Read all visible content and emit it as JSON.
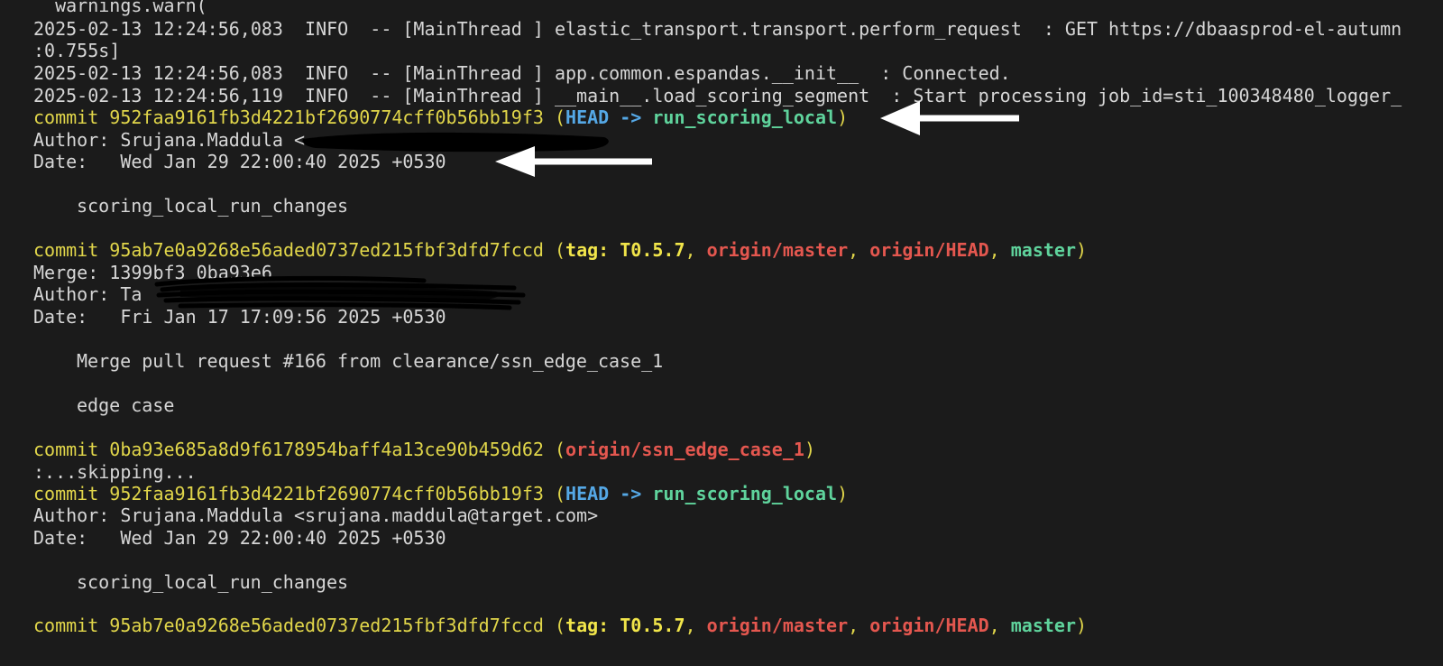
{
  "lines": {
    "l0": "  warnings.warn(",
    "l1": "2025-02-13 12:24:56,083  INFO  -- [MainThread ] elastic_transport.transport.perform_request  : GET https://dbaasprod-el-autumn",
    "l2": ":0.755s]",
    "l3": "2025-02-13 12:24:56,083  INFO  -- [MainThread ] app.common.espandas.__init__  : Connected.",
    "l4": "2025-02-13 12:24:56,119  INFO  -- [MainThread ] __main__.load_scoring_segment  : Start processing job_id=sti_100348480_logger_",
    "c1_hash": "commit 952faa9161fb3d4221bf2690774cff0b56bb19f3",
    "c1_open": " (",
    "c1_head": "HEAD -> ",
    "c1_branch": "run_scoring_local",
    "c1_close": ")",
    "c1_author": "Author: Srujana.Maddula <",
    "c1_date": "Date:   Wed Jan 29 22:00:40 2025 +0530",
    "c1_msg": "scoring_local_run_changes",
    "c2_hash": "commit 95ab7e0a9268e56aded0737ed215fbf3dfd7fccd",
    "c2_open": " (",
    "c2_tag": "tag: T0.5.7",
    "c2_sep1": ", ",
    "c2_om": "origin/master",
    "c2_sep2": ", ",
    "c2_oh": "origin/HEAD",
    "c2_sep3": ", ",
    "c2_master": "master",
    "c2_close": ")",
    "c2_merge": "Merge: 1399bf3 0ba93e6",
    "c2_author": "Author: Ta",
    "c2_date": "Date:   Fri Jan 17 17:09:56 2025 +0530",
    "c2_msg1": "Merge pull request #166 from clearance/ssn_edge_case_1",
    "c2_msg2": "edge case",
    "c3_hash": "commit 0ba93e685a8d9f6178954baff4a13ce90b459d62",
    "c3_open": " (",
    "c3_branch": "origin/ssn_edge_case_1",
    "c3_close": ")",
    "skip": ":...skipping...",
    "c4_hash": "commit 952faa9161fb3d4221bf2690774cff0b56bb19f3",
    "c4_open": " (",
    "c4_head": "HEAD -> ",
    "c4_branch": "run_scoring_local",
    "c4_close": ")",
    "c4_author": "Author: Srujana.Maddula <srujana.maddula@target.com>",
    "c4_date": "Date:   Wed Jan 29 22:00:40 2025 +0530",
    "c4_msg": "scoring_local_run_changes",
    "c5_hash": "commit 95ab7e0a9268e56aded0737ed215fbf3dfd7fccd",
    "c5_open": " (",
    "c5_tag": "tag: T0.5.7",
    "c5_sep1": ", ",
    "c5_om": "origin/master",
    "c5_sep2": ", ",
    "c5_oh": "origin/HEAD",
    "c5_sep3": ", ",
    "c5_master": "master",
    "c5_close": ")"
  },
  "colors": {
    "background": "#1b1b1b",
    "text": "#d6d6d6",
    "commit_yellow": "#e1d64a",
    "head_blue": "#55a8e6",
    "branch_green": "#5fd39c",
    "remote_red": "#e4574f",
    "tag_yellow": "#f1e54a",
    "annotation_arrow": "#ffffff"
  },
  "annotations": {
    "arrow1_icon": "left-arrow-icon",
    "arrow2_icon": "left-arrow-icon",
    "redaction_icon": "redaction-scribble"
  }
}
